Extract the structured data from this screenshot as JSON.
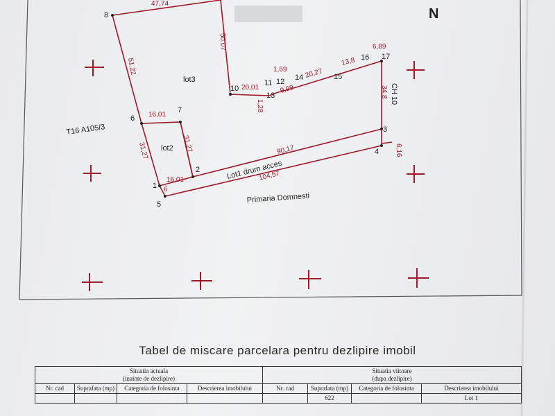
{
  "plan": {
    "north_label": "N",
    "lot_labels": {
      "lot1": "Lot1 drum acces",
      "lot2": "lot2",
      "lot3": "lot3"
    },
    "neighbor_labels": {
      "left": "T16 A105/3",
      "bottom": "Primaria Domnesti",
      "right": "CH 10"
    },
    "points": [
      "1",
      "2",
      "3",
      "4",
      "5",
      "6",
      "7",
      "8",
      "10",
      "11",
      "12",
      "13",
      "14",
      "15",
      "16",
      "17"
    ],
    "dimensions": {
      "d_8_top": "47,74",
      "d_top_10": "50,07",
      "d_8_6": "51,22",
      "d_6_7": "16,01",
      "d_7_2": "31,27",
      "d_6_1": "31,27",
      "d_1_2": "16,01",
      "d_2_3": "90,17",
      "d_5_4": "104,57",
      "d_1_5": "6",
      "d_4_3": "6,16",
      "d_3_17": "34,8",
      "d_16_17": "6,89",
      "d_15_16": "13,8",
      "d_14_15": "20,27",
      "d_12_14": "1,69",
      "d_13_14": "9,99",
      "d_10_11": "20,01",
      "d_11_13": "1,28"
    }
  },
  "table": {
    "title": "Tabel de miscare parcelara pentru dezlipire imobil",
    "current": {
      "heading": "Situatia actuala",
      "subheading": "(inainte de dezlipire)"
    },
    "future": {
      "heading": "Situatia viitoare",
      "subheading": "(dupa dezlipire)"
    },
    "columns": {
      "nr_cad": "Nr. cad",
      "suprafata": "Suprafata (mp)",
      "categoria": "Categoria de folosinta",
      "descrierea": "Descrierea imobilului"
    },
    "first_row_future": {
      "suprafata": "622",
      "descrierea": "Lot 1"
    }
  }
}
